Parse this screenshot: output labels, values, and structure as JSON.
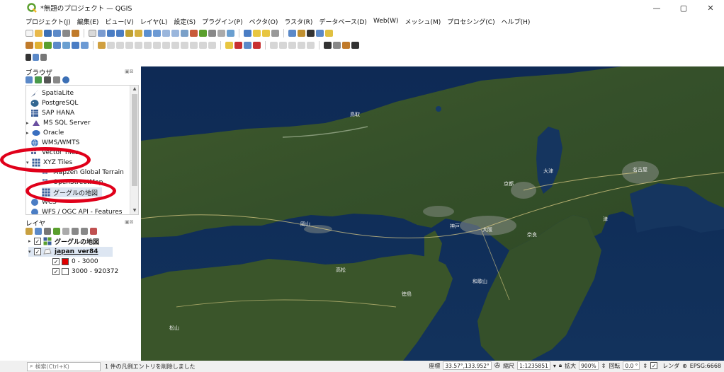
{
  "window": {
    "title": "*無題のプロジェクト — QGIS",
    "minimize": "—",
    "maximize": "▢",
    "close": "✕"
  },
  "menu": [
    "プロジェクト(J)",
    "編集(E)",
    "ビュー(V)",
    "レイヤ(L)",
    "設定(S)",
    "プラグイン(P)",
    "ベクタ(O)",
    "ラスタ(R)",
    "データベース(D)",
    "Web(W)",
    "メッシュ(M)",
    "プロセシング(C)",
    "ヘルプ(H)"
  ],
  "browser": {
    "title": "ブラウザ",
    "items": [
      {
        "label": "SpatiaLite",
        "icon": "feather-icon"
      },
      {
        "label": "PostgreSQL",
        "icon": "elephant-icon"
      },
      {
        "label": "SAP HANA",
        "icon": "grid-db-icon"
      },
      {
        "label": "MS SQL Server",
        "icon": "mssql-icon",
        "arrow": "▸"
      },
      {
        "label": "Oracle",
        "icon": "oracle-icon",
        "arrow": "▸"
      },
      {
        "label": "WMS/WMTS",
        "icon": "globe-icon"
      },
      {
        "label": "Vector Tiles",
        "icon": "grid-icon"
      },
      {
        "label": "XYZ Tiles",
        "icon": "grid-icon",
        "arrow": "▾"
      },
      {
        "label": "Mapzen Global Terrain",
        "icon": "grid-icon",
        "indent": true
      },
      {
        "label": "OpenStreetMap",
        "icon": "grid-icon",
        "indent": true
      },
      {
        "label": "グーグルの地図",
        "icon": "grid-icon",
        "indent": true,
        "selected": true
      },
      {
        "label": "WCS",
        "icon": "globe-icon"
      },
      {
        "label": "WFS / OGC API - Features",
        "icon": "globe-icon"
      }
    ]
  },
  "layers": {
    "title": "レイヤ",
    "items": [
      {
        "label": "グーグルの地図",
        "arrow": "▸",
        "checked": "✓",
        "bold": true
      },
      {
        "label": "japan_ver84",
        "arrow": "▾",
        "checked": "✓",
        "underline": true
      },
      {
        "label": "0 - 3000",
        "checked": "✓",
        "swatch": "#e00000"
      },
      {
        "label": "3000 - 920372",
        "checked": "✓",
        "swatch": "#ffffff"
      }
    ]
  },
  "map": {
    "labels": [
      "京都",
      "大阪",
      "神戸",
      "名古屋",
      "和歌山",
      "徳島",
      "高松",
      "岡山",
      "鳥取",
      "大津",
      "奈良",
      "津",
      "松山"
    ]
  },
  "status": {
    "search_placeholder": "検索(Ctrl+K)",
    "message": "1 件の凡例エントリを削除しました",
    "coord_label": "座標",
    "coord_value": "33.57°,133.952°",
    "scale_label": "縮尺",
    "scale_value": "1:1235851",
    "magnify_label": "拡大",
    "magnify_value": "900%",
    "rotation_label": "回転",
    "rotation_value": "0.0 °",
    "render_label": "レンダ",
    "crs": "EPSG:6668"
  },
  "colors": {
    "accent_red": "#e0001a",
    "sea": "#14325c",
    "land": "#3d5a2a"
  }
}
